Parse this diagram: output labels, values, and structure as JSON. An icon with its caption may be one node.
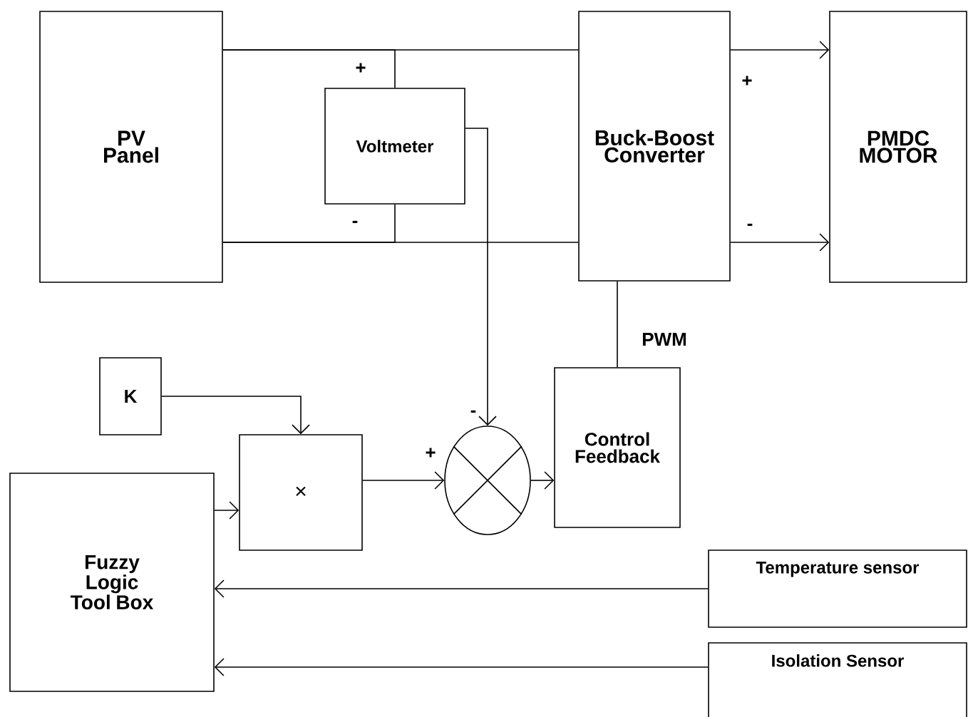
{
  "diagram": {
    "nodes": [
      {
        "text": [
          "PV Panel"
        ]
      },
      {
        "text": [
          "Voltmeter"
        ]
      },
      {
        "text": [
          "Buck-Boost Converter"
        ]
      },
      {
        "text": [
          "PMDC MOTOR"
        ]
      },
      {
        "text": [
          "K"
        ]
      },
      {
        "text": [
          "×"
        ]
      },
      {
        "text": [],
        "shape": "circle"
      },
      {
        "text": [
          "Control Feedback"
        ]
      },
      {
        "text": [
          "Fuzzy Logic Tool Box"
        ]
      },
      {
        "text": [
          "Temperature sensor"
        ]
      },
      {
        "text": [
          "Isolation Sensor"
        ]
      }
    ],
    "edges": [
      {
        "from": 0,
        "to": 2,
        "arrow": "none"
      },
      {
        "from": 0,
        "to": 2,
        "arrow": "none"
      },
      {
        "from": 1,
        "to": 0,
        "arrow": "none"
      },
      {
        "from": 1,
        "to": 0,
        "arrow": "none"
      },
      {
        "from": 2,
        "to": 3,
        "arrow": "to"
      },
      {
        "from": 2,
        "to": 3,
        "arrow": "to"
      },
      {
        "from": 1,
        "to": 6,
        "arrow": "to",
        "label": "-"
      },
      {
        "from": 2,
        "to": 7,
        "arrow": "none",
        "label": "PWM"
      },
      {
        "from": 4,
        "to": 5,
        "arrow": "to"
      },
      {
        "from": 8,
        "to": 5,
        "arrow": "to"
      },
      {
        "from": 5,
        "to": 6,
        "arrow": "to",
        "label": "+"
      },
      {
        "from": 6,
        "to": 7,
        "arrow": "to"
      },
      {
        "from": 9,
        "to": 8,
        "arrow": "to"
      },
      {
        "from": 10,
        "to": 8,
        "arrow": "to"
      }
    ],
    "labels": [
      "+",
      "-",
      "+",
      "-"
    ]
  }
}
